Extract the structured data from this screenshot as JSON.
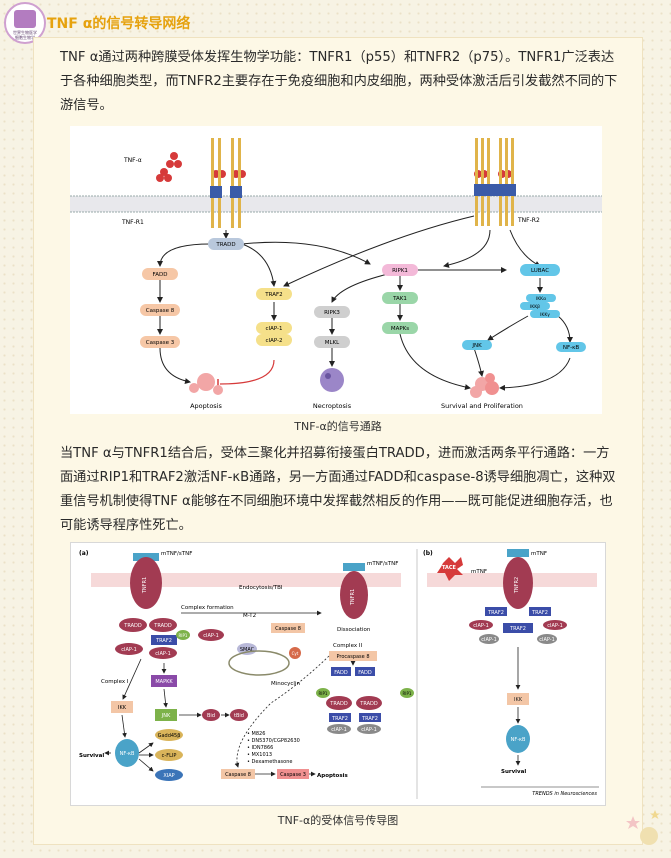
{
  "header": {
    "title": "TNF α的信号转导网络",
    "logo_line1": "世界生物医学",
    "logo_line2": "细胞生物学"
  },
  "intro": "TNF α通过两种跨膜受体发挥生物学功能：TNFR1（p55）和TNFR2（p75）。TNFR1广泛表达于各种细胞类型，而TNFR2主要存在于免疫细胞和内皮细胞，两种受体激活后引发截然不同的下游信号。",
  "figure1": {
    "caption": "TNF-α的信号通路",
    "labels": {
      "tnfa": "TNF-α",
      "tnfr1": "TNF-R1",
      "tnfr2": "TNF-R2",
      "tradd": "TRADD",
      "fadd": "FADD",
      "casp8": "Caspase 8",
      "casp3": "Caspase 3",
      "traf2": "TRAF2",
      "ciap1": "cIAP-1",
      "ciap2": "cIAP-2",
      "ripk1": "RIPK1",
      "ripk3": "RIPK3",
      "mlkl": "MLKL",
      "tak1": "TAK1",
      "mapks": "MAPKs",
      "lubac": "LUBAC",
      "ikka": "IKKα",
      "ikkb": "IKKβ",
      "ikkg": "IKKγ",
      "jnk": "JNK",
      "nfkb": "NF-κB",
      "apoptosis": "Apoptosis",
      "necroptosis": "Necroptosis",
      "survival": "Survival and Proliferation"
    }
  },
  "middle": "当TNF α与TNFR1结合后，受体三聚化并招募衔接蛋白TRADD，进而激活两条平行通路：一方面通过RIP1和TRAF2激活NF-κB通路，另一方面通过FADD和caspase-8诱导细胞凋亡，这种双重信号机制使得TNF α能够在不同细胞环境中发挥截然相反的作用——既可能促进细胞存活，也可能诱导程序性死亡。",
  "figure2": {
    "caption": "TNF-α的受体信号传导图",
    "labels": {
      "panel_a": "(a)",
      "panel_b": "(b)",
      "mtnf_stnf": "mTNF/sTNF",
      "mtnf": "mTNF",
      "tace": "TACE",
      "tnfr1": "TNFR1",
      "tnfr2": "TNFR2",
      "endocytosis": "Endocytosis/TBI",
      "complex_formation": "Complex formation",
      "mt2": "M-T2",
      "dissociation": "Dissociation",
      "complex1": "Complex I",
      "complex2": "Complex II",
      "tradd": "TRADD",
      "traf2": "TRAF2",
      "rip1": "RIP1",
      "ciap1": "cIAP-1",
      "fadd": "FADD",
      "procasp8": "Procaspase 8",
      "casp8": "Caspase 8",
      "casp3": "Caspase 3",
      "smac": "SMAC",
      "cytc": "Cyt",
      "minocyclin": "Minocyclin",
      "mapkk": "MAPKK",
      "jnk": "JNK",
      "ikk": "IKK",
      "bid": "Bid",
      "tbid": "tBid",
      "nfkb": "NF-κB",
      "gadd": "Gadd45β",
      "cflip": "c-FLIP",
      "xiap": "XIAP",
      "survival": "Survival",
      "apoptosis": "Apoptosis",
      "drug1": "• M826",
      "drug2": "• DN5370/CGP82630",
      "drug3": "• IDN7866",
      "drug4": "• MX1013",
      "drug5": "• Dexamethasone",
      "journal": "TRENDS in Neurosciences"
    }
  },
  "colors": {
    "title": "#e6a20e",
    "card": "#fdf8e6",
    "bg": "#f7f3e4",
    "receptor": "#a23b52"
  }
}
